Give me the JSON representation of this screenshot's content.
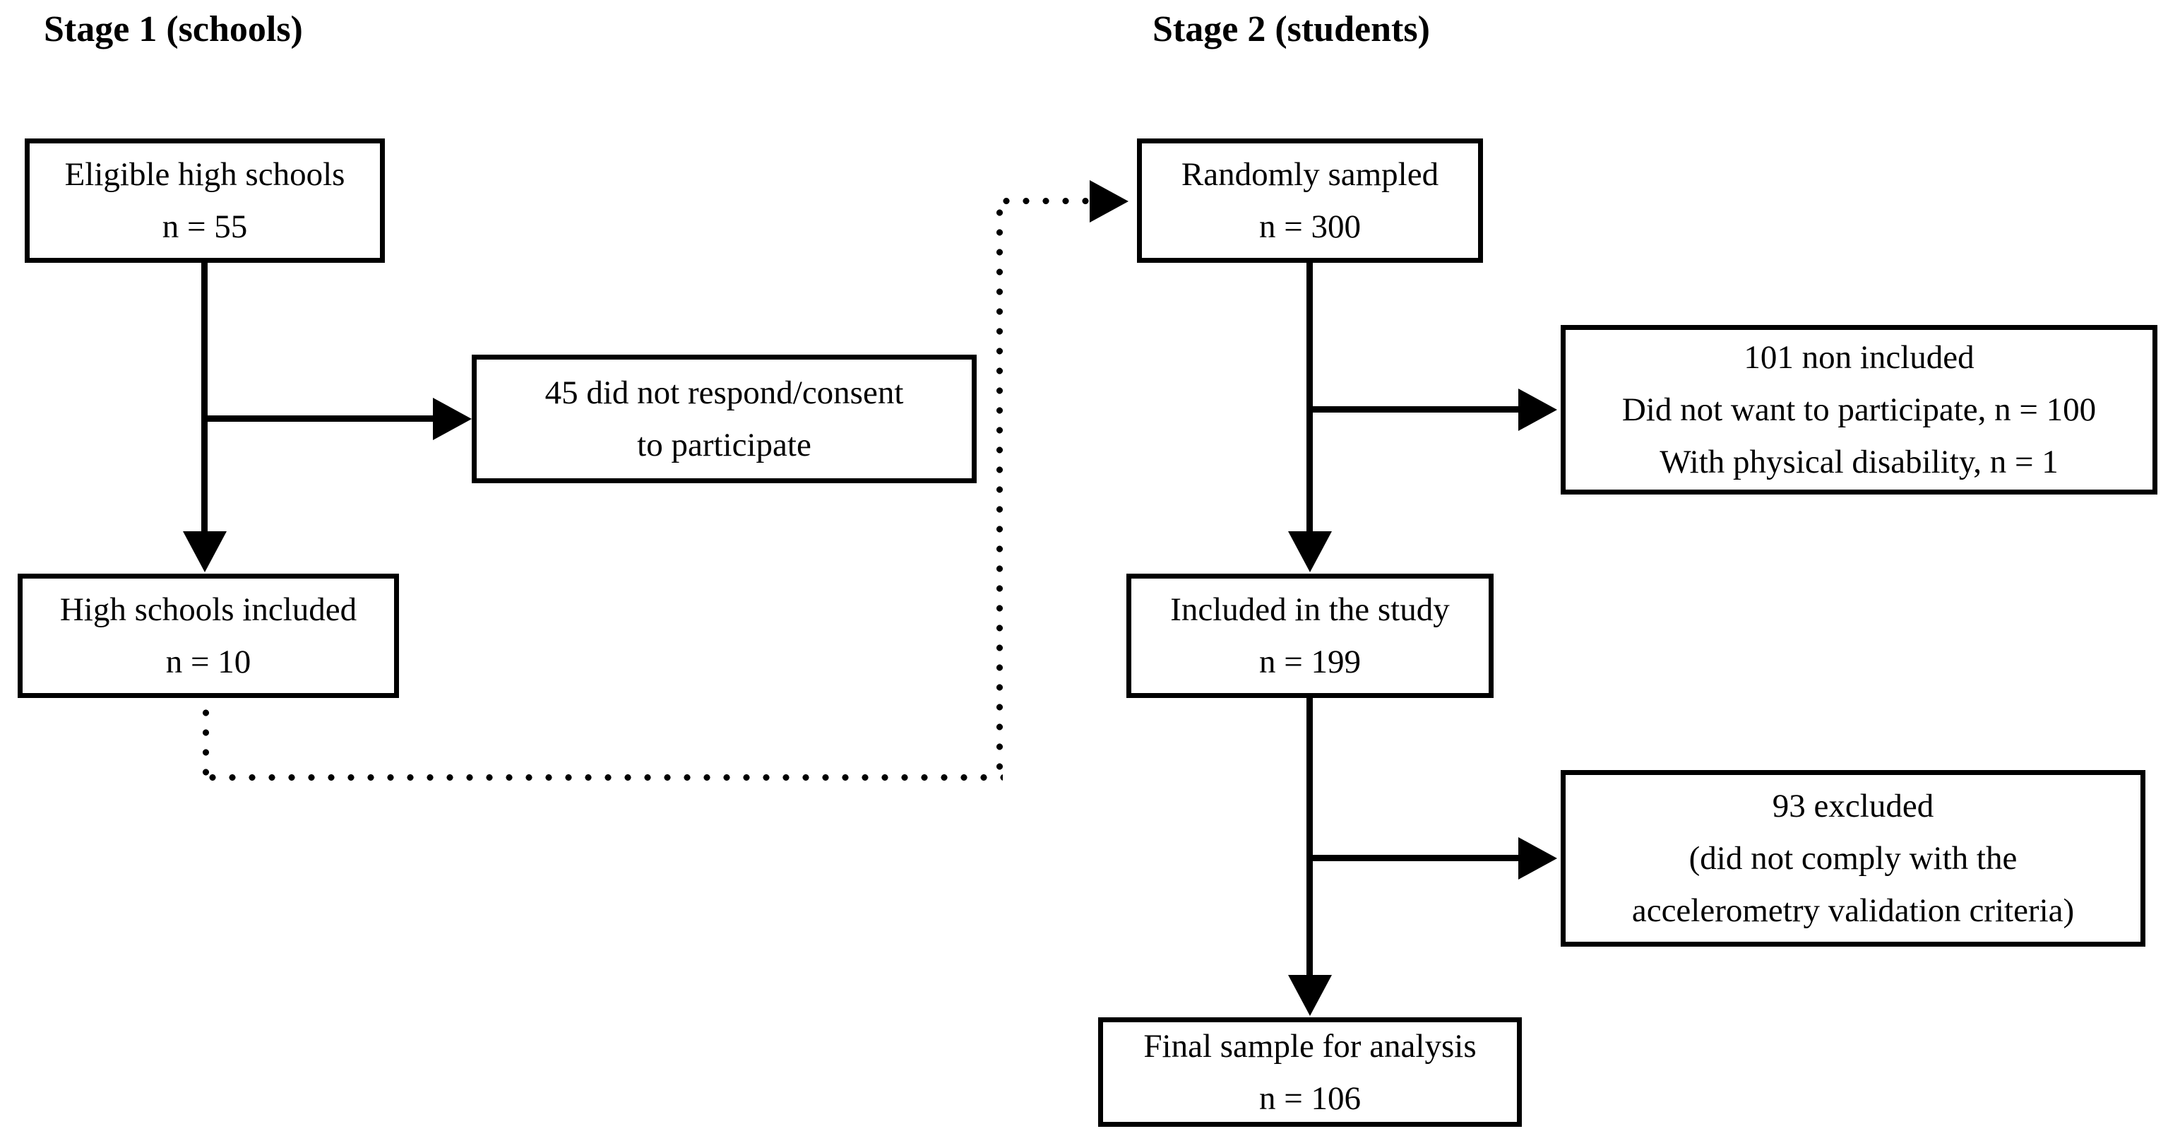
{
  "titles": {
    "stage1": "Stage 1 (schools)",
    "stage2": "Stage 2 (students)"
  },
  "boxes": {
    "eligible": {
      "lines": [
        "Eligible high schools",
        "n = 55"
      ]
    },
    "not_respond": {
      "lines": [
        "45 did not respond/consent",
        "to participate"
      ]
    },
    "included_schools": {
      "lines": [
        "High schools included",
        "n = 10"
      ]
    },
    "randomly_sampled": {
      "lines": [
        "Randomly sampled",
        "n = 300"
      ]
    },
    "non_included": {
      "lines": [
        "101 non included",
        "Did not want to participate, n = 100",
        "With physical disability, n = 1"
      ]
    },
    "included_study": {
      "lines": [
        "Included in the study",
        "n = 199"
      ]
    },
    "excluded": {
      "lines": [
        "93 excluded",
        "(did not comply with the",
        "accelerometry validation criteria)"
      ]
    },
    "final_sample": {
      "lines": [
        "Final sample for analysis",
        "n = 106"
      ]
    }
  },
  "colors": {
    "line": "#000000",
    "background": "#ffffff",
    "text": "#000000"
  }
}
